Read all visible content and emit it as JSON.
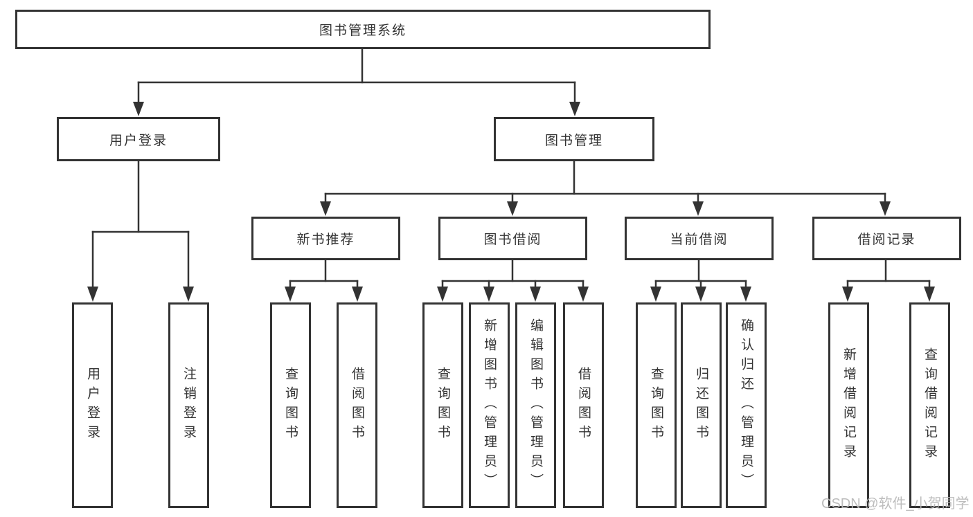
{
  "title_box": "图书管理系统",
  "level2": {
    "user_login": "用户登录",
    "book_management": "图书管理"
  },
  "level3": {
    "new_book_recommend": "新书推荐",
    "book_borrow": "图书借阅",
    "current_borrow": "当前借阅",
    "borrow_records": "借阅记录"
  },
  "leaves": {
    "user_login": [
      "用户登录",
      "注销登录"
    ],
    "new_book_recommend": [
      "查询图书",
      "借阅图书"
    ],
    "book_borrow": [
      "查询图书",
      "新增图书（管理员）",
      "编辑图书（管理员）",
      "借阅图书"
    ],
    "current_borrow": [
      "查询图书",
      "归还图书",
      "确认归还（管理员）"
    ],
    "borrow_records": [
      "新增借阅记录",
      "查询借阅记录"
    ]
  },
  "watermark": "CSDN @软件_小贺同学",
  "colors": {
    "line": "#333333",
    "box_border": "#333333",
    "text": "#333333",
    "background": "#ffffff",
    "watermark": "#b9b9b9"
  }
}
